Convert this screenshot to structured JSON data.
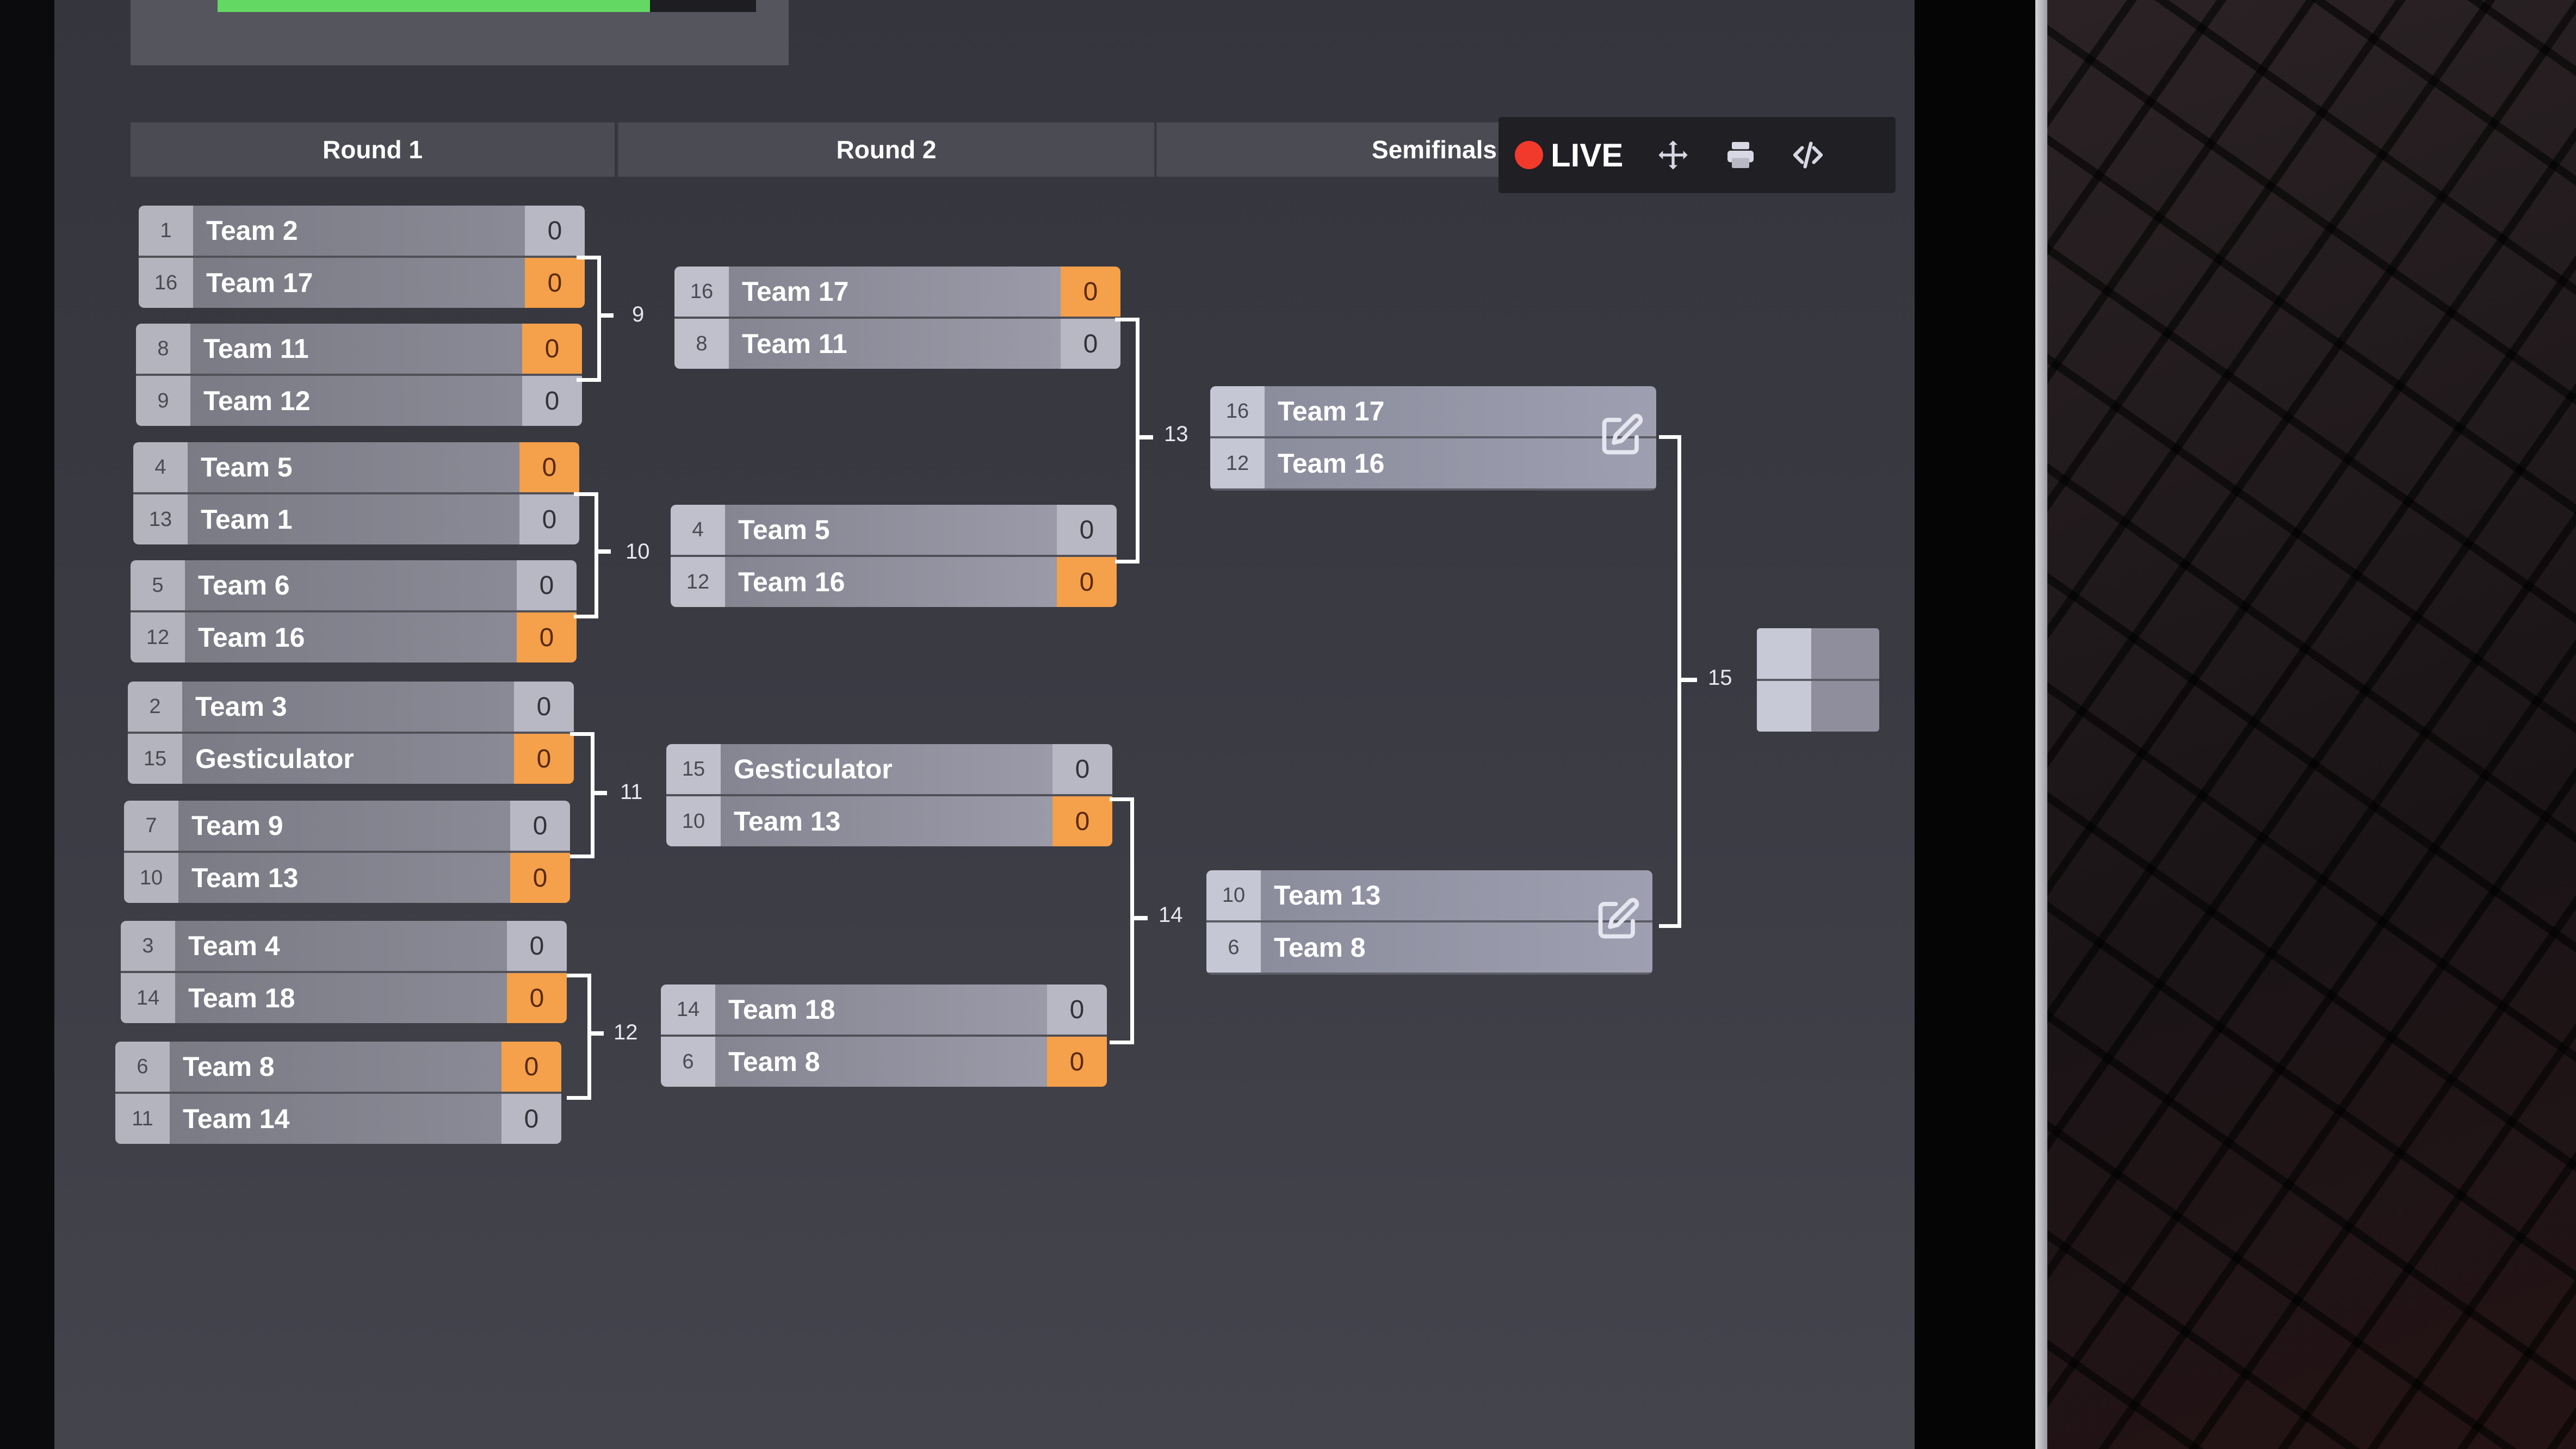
{
  "header": {
    "rounds": [
      "Round 1",
      "Round 2",
      "Semifinals"
    ],
    "live_label": "LIVE",
    "colors": {
      "live_dot": "#f23a2c",
      "winner_score": "#f5a04a",
      "progress": "#63d964"
    }
  },
  "toolbar": {
    "icons": [
      "live-indicator",
      "move-icon",
      "print-icon",
      "embed-code-icon"
    ]
  },
  "round1": [
    {
      "match": "9",
      "teams": [
        {
          "seed": "1",
          "name": "Team 2",
          "score": "0",
          "win": false
        },
        {
          "seed": "16",
          "name": "Team 17",
          "score": "0",
          "win": true
        }
      ]
    },
    {
      "match": "9",
      "teams": [
        {
          "seed": "8",
          "name": "Team 11",
          "score": "0",
          "win": true
        },
        {
          "seed": "9",
          "name": "Team 12",
          "score": "0",
          "win": false
        }
      ]
    },
    {
      "match": "10",
      "teams": [
        {
          "seed": "4",
          "name": "Team 5",
          "score": "0",
          "win": true
        },
        {
          "seed": "13",
          "name": "Team 1",
          "score": "0",
          "win": false
        }
      ]
    },
    {
      "match": "10",
      "teams": [
        {
          "seed": "5",
          "name": "Team 6",
          "score": "0",
          "win": false
        },
        {
          "seed": "12",
          "name": "Team 16",
          "score": "0",
          "win": true
        }
      ]
    },
    {
      "match": "11",
      "teams": [
        {
          "seed": "2",
          "name": "Team 3",
          "score": "0",
          "win": false
        },
        {
          "seed": "15",
          "name": "Gesticulator",
          "score": "0",
          "win": true
        }
      ]
    },
    {
      "match": "11",
      "teams": [
        {
          "seed": "7",
          "name": "Team 9",
          "score": "0",
          "win": false
        },
        {
          "seed": "10",
          "name": "Team 13",
          "score": "0",
          "win": true
        }
      ]
    },
    {
      "match": "12",
      "teams": [
        {
          "seed": "3",
          "name": "Team 4",
          "score": "0",
          "win": false
        },
        {
          "seed": "14",
          "name": "Team 18",
          "score": "0",
          "win": true
        }
      ]
    },
    {
      "match": "12",
      "teams": [
        {
          "seed": "6",
          "name": "Team 8",
          "score": "0",
          "win": true
        },
        {
          "seed": "11",
          "name": "Team 14",
          "score": "0",
          "win": false
        }
      ]
    }
  ],
  "round2": [
    {
      "teams": [
        {
          "seed": "16",
          "name": "Team 17",
          "score": "0",
          "win": true
        },
        {
          "seed": "8",
          "name": "Team 11",
          "score": "0",
          "win": false
        }
      ]
    },
    {
      "teams": [
        {
          "seed": "4",
          "name": "Team 5",
          "score": "0",
          "win": false
        },
        {
          "seed": "12",
          "name": "Team 16",
          "score": "0",
          "win": true
        }
      ]
    },
    {
      "teams": [
        {
          "seed": "15",
          "name": "Gesticulator",
          "score": "0",
          "win": false
        },
        {
          "seed": "10",
          "name": "Team 13",
          "score": "0",
          "win": true
        }
      ]
    },
    {
      "teams": [
        {
          "seed": "14",
          "name": "Team 18",
          "score": "0",
          "win": false
        },
        {
          "seed": "6",
          "name": "Team 8",
          "score": "0",
          "win": true
        }
      ]
    }
  ],
  "semifinals": [
    {
      "teams": [
        {
          "seed": "16",
          "name": "Team 17"
        },
        {
          "seed": "12",
          "name": "Team 16"
        }
      ]
    },
    {
      "teams": [
        {
          "seed": "10",
          "name": "Team 13"
        },
        {
          "seed": "6",
          "name": "Team 8"
        }
      ]
    }
  ],
  "match_labels": {
    "m9": "9",
    "m10": "10",
    "m11": "11",
    "m12": "12",
    "m13": "13",
    "m14": "14",
    "m15": "15"
  }
}
